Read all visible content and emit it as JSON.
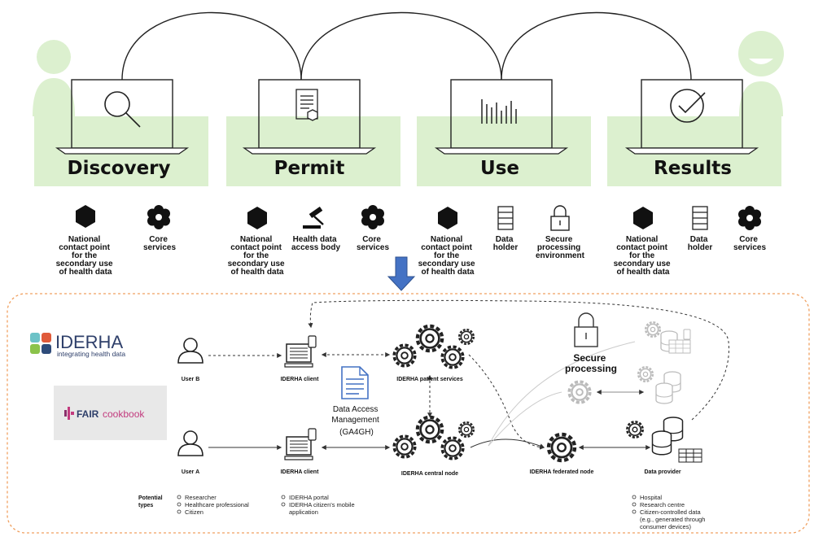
{
  "stages": [
    {
      "title": "Discovery",
      "icon": "magnifier-icon",
      "roles": [
        {
          "icon": "hexagon-icon",
          "lines": [
            "National",
            "contact point",
            "for the",
            "secondary use",
            "of health data"
          ]
        },
        {
          "icon": "flower-icon",
          "lines": [
            "Core",
            "services"
          ]
        }
      ]
    },
    {
      "title": "Permit",
      "icon": "document-icon",
      "roles": [
        {
          "icon": "hexagon-icon",
          "lines": [
            "National",
            "contact point",
            "for the",
            "secondary use",
            "of health data"
          ]
        },
        {
          "icon": "gavel-icon",
          "lines": [
            "Health data",
            "access body"
          ]
        },
        {
          "icon": "flower-icon",
          "lines": [
            "Core",
            "services"
          ]
        }
      ]
    },
    {
      "title": "Use",
      "icon": "barcode-chart-icon",
      "roles": [
        {
          "icon": "hexagon-icon",
          "lines": [
            "National",
            "contact point",
            "for the",
            "secondary use",
            "of health data"
          ]
        },
        {
          "icon": "server-icon",
          "lines": [
            "Data",
            "holder"
          ]
        },
        {
          "icon": "lock-icon",
          "lines": [
            "Secure",
            "processing",
            "environment"
          ]
        }
      ]
    },
    {
      "title": "Results",
      "icon": "checkmark-icon",
      "roles": [
        {
          "icon": "hexagon-icon",
          "lines": [
            "National",
            "contact point",
            "for the",
            "secondary use",
            "of health data"
          ]
        },
        {
          "icon": "server-icon",
          "lines": [
            "Data",
            "holder"
          ]
        },
        {
          "icon": "flower-icon",
          "lines": [
            "Core",
            "services"
          ]
        }
      ]
    }
  ],
  "iderha": {
    "logo_name": "IDERHA",
    "logo_tagline": "integrating health data",
    "fair_logo_brand": "FAIR",
    "fair_logo_word": "cookbook",
    "user_b": "User B",
    "user_a": "User A",
    "client_b": "IDERHA client",
    "client_a": "IDERHA client",
    "patient_services": "IDERHA patient services",
    "central_node": "IDERHA central node",
    "federated_node": "IDERHA federated node",
    "data_provider": "Data provider",
    "secure_processing": [
      "Secure",
      "processing"
    ],
    "dam": [
      "Data Access",
      "Management",
      "(GA4GH)"
    ],
    "potential_types_label": [
      "Potential",
      "types"
    ],
    "user_types": [
      "Researcher",
      "Healthcare professional",
      "Citizen"
    ],
    "client_types": [
      "IDERHA portal",
      "IDERHA citizen's mobile",
      "application"
    ],
    "provider_types": [
      "Hospital",
      "Research centre",
      "Citizen-controlled data",
      "(e.g., generated through",
      "consumer devices)"
    ]
  },
  "colors": {
    "band": "#dcf0cf",
    "arrow": "#4472c4",
    "frame": "#f0a060"
  }
}
